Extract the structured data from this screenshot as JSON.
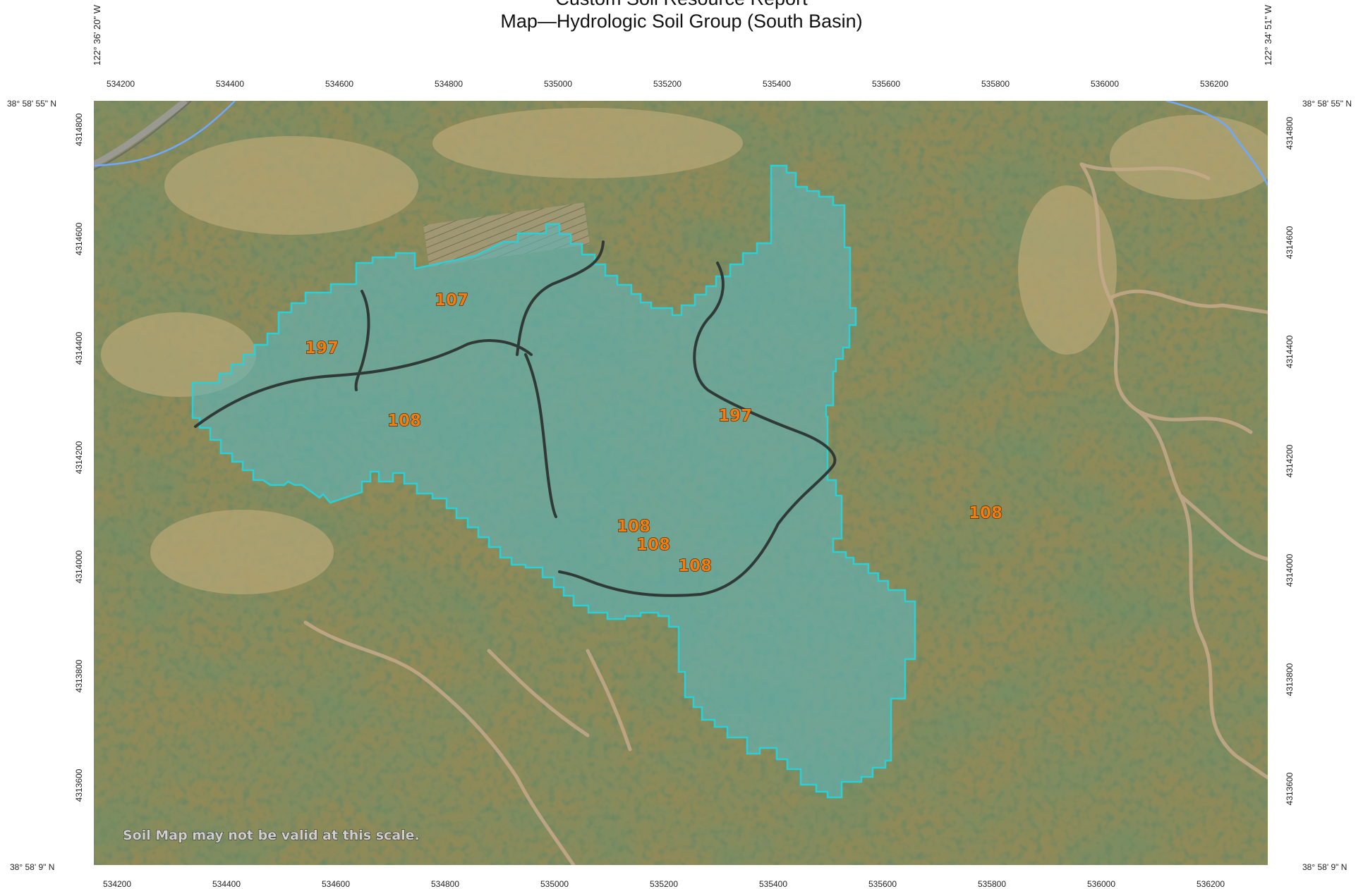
{
  "title": {
    "line1": "Custom Soil Resource Report",
    "line2": "Map—Hydrologic Soil Group (South Basin)"
  },
  "coordinates": {
    "lon_left": "122° 36' 20\" W",
    "lon_right": "122° 34' 51\" W",
    "lat_top": "38° 58' 55\" N",
    "lat_bottom": "38° 58' 9\" N"
  },
  "eastings": [
    "534200",
    "534400",
    "534600",
    "534800",
    "535000",
    "535200",
    "535400",
    "535600",
    "535800",
    "536000",
    "536200"
  ],
  "northings": [
    "4314800",
    "4314600",
    "4314400",
    "4314200",
    "4314000",
    "4313800",
    "4313600"
  ],
  "map_units": [
    {
      "label": "107"
    },
    {
      "label": "197"
    },
    {
      "label": "108"
    },
    {
      "label": "197"
    },
    {
      "label": "108"
    },
    {
      "label": "108"
    },
    {
      "label": "108"
    },
    {
      "label": "108"
    }
  ],
  "scale_note": "Soil Map may not be valid at this scale.",
  "colors": {
    "aoi_fill": "#5fb5b8",
    "aoi_outline": "#2ad0d8",
    "soil_line": "#2f3a36",
    "stream": "#6fa8ff",
    "label": "#f07d10",
    "terrain_dark": "#2f4a22",
    "terrain_light": "#b7a673"
  }
}
